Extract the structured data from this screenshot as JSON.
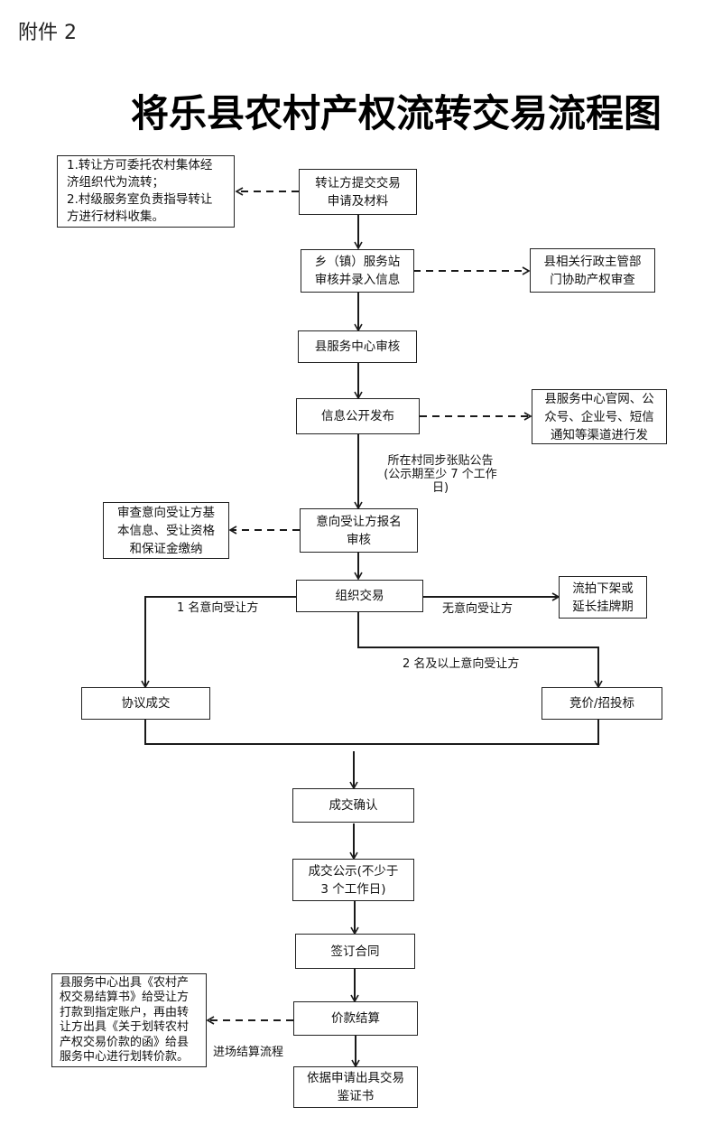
{
  "attachment_label": "附件 2",
  "title": "将乐县农村产权流转交易流程图",
  "main_steps": [
    {
      "id": "submit",
      "text": "转让方提交交易\n申请及材料"
    },
    {
      "id": "township_review",
      "text": "乡（镇）服务站\n审核并录入信息"
    },
    {
      "id": "county_review",
      "text": "县服务中心审核"
    },
    {
      "id": "publish",
      "text": "信息公开发布"
    },
    {
      "id": "register",
      "text": "意向受让方报名\n审核"
    },
    {
      "id": "organize",
      "text": "组织交易"
    },
    {
      "id": "agreement",
      "text": "协议成交"
    },
    {
      "id": "bidding",
      "text": "竞价/招投标"
    },
    {
      "id": "confirm",
      "text": "成交确认"
    },
    {
      "id": "announce",
      "text": "成交公示(不少于\n3 个工作日)"
    },
    {
      "id": "contract",
      "text": "签订合同"
    },
    {
      "id": "settle",
      "text": "价款结算"
    },
    {
      "id": "certificate",
      "text": "依据申请出具交易\n鉴证书"
    }
  ],
  "side_notes": [
    {
      "id": "note_submit",
      "text": "1.转让方可委托农村集体经\n济组织代为流转；\n2.村级服务室负责指导转让\n方进行材料收集。"
    },
    {
      "id": "note_township",
      "text": "县相关行政主管部\n门协助产权审查"
    },
    {
      "id": "note_publish",
      "text": "县服务中心官网、公\n众号、企业号、短信\n通知等渠道进行发"
    },
    {
      "id": "note_register",
      "text": "审查意向受让方基\n本信息、受让资格\n和保证金缴纳"
    },
    {
      "id": "note_none",
      "text": "流拍下架或\n延长挂牌期"
    },
    {
      "id": "note_settle",
      "text": "县服务中心出具《农村产\n权交易结算书》给受让方\n打款到指定账户，再由转\n让方出具《关于划转农村\n产权交易价款的函》给县\n服务中心进行划转价款。"
    }
  ],
  "edge_labels": {
    "posting": "所在村同步张贴公告\n(公示期至少 7 个工作\n日)",
    "one_bidder": "1 名意向受让方",
    "no_bidder": "无意向受让方",
    "multi_bidder": "2 名及以上意向受让方",
    "settle_flow": "进场结算流程"
  },
  "colors": {
    "line": "#1a1a1a",
    "box_border": "#222222",
    "background": "#ffffff"
  }
}
